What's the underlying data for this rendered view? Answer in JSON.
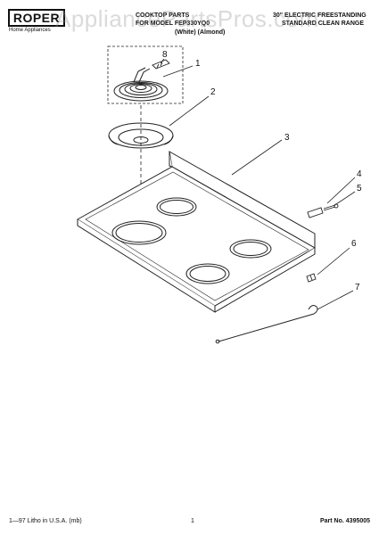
{
  "header": {
    "brand": "ROPER",
    "brand_sub": "Home Appliances",
    "title_left_1": "COOKTOP PARTS",
    "title_left_2": "FOR MODEL FEP330YQ0",
    "title_left_3": "(White)    (Almond)",
    "title_right_1": "30\" ELECTRIC FREESTANDING",
    "title_right_2": "STANDARD CLEAN RANGE"
  },
  "watermark": "AppliancePartsPros.com",
  "callouts": [
    "1",
    "2",
    "3",
    "4",
    "5",
    "6",
    "7",
    "8"
  ],
  "footer": {
    "left": "1—97 Litho in U.S.A. (mb)",
    "center": "1",
    "right": "Part No. 4395005"
  }
}
